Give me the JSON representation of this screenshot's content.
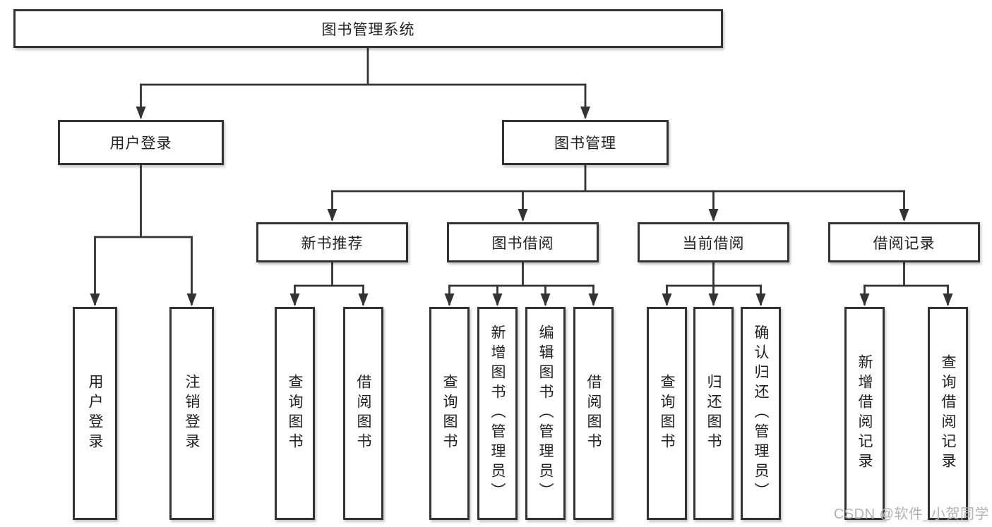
{
  "diagram": {
    "root": "图书管理系统",
    "level2": {
      "user_login": "用户登录",
      "book_mgmt": "图书管理"
    },
    "level3": {
      "new_book": "新书推荐",
      "book_borrow": "图书借阅",
      "current_borrow": "当前借阅",
      "borrow_record": "借阅记录"
    },
    "leaves": {
      "user_login": [
        "用户登录",
        "注销登录"
      ],
      "new_book": [
        "查询图书",
        "借阅图书"
      ],
      "book_borrow": [
        "查询图书",
        "新增图书（管理员）",
        "编辑图书（管理员）",
        "借阅图书"
      ],
      "current_borrow": [
        "查询图书",
        "归还图书",
        "确认归还（管理员）"
      ],
      "borrow_record": [
        "新增借阅记录",
        "查询借阅记录"
      ]
    }
  },
  "watermark": {
    "text": "CSDN @软件_小贺同学"
  },
  "colors": {
    "line": "#333333",
    "box_border": "#333333",
    "text": "#1f1f1f",
    "watermark": "#b3b3b3",
    "background": "#ffffff"
  }
}
